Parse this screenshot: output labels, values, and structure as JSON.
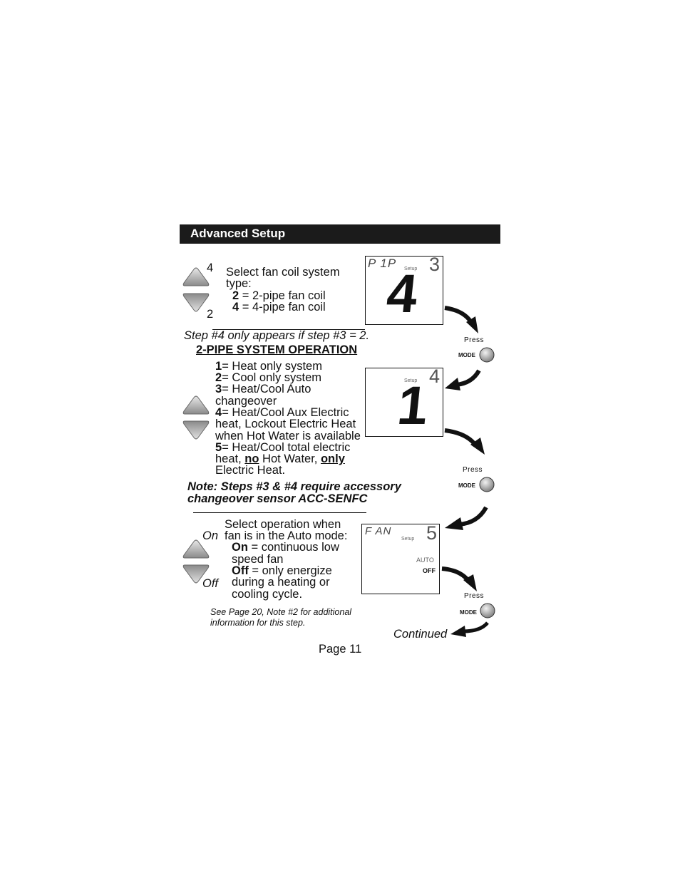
{
  "header": {
    "title": "Advanced Setup"
  },
  "step3": {
    "up_label": "4",
    "down_label": "2",
    "line1": "Select fan coil system",
    "line2": "type:",
    "opt2_num": "2",
    "opt2_text": " = 2-pipe fan coil",
    "opt4_num": "4",
    "opt4_text": " = 4-pipe fan coil",
    "lcd_top": "P 1P",
    "lcd_step": "3",
    "lcd_setup": "Setup",
    "lcd_value": "4"
  },
  "step4": {
    "note_italic": "Step #4 only appears if step #3 = 2.",
    "heading": "2-PIPE SYSTEM OPERATION",
    "o1_num": "1",
    "o1_text": "= Heat only system",
    "o2_num": "2",
    "o2_text": "= Cool only system",
    "o3_num": "3",
    "o3_text": "= Heat/Cool Auto",
    "o3_cont": "changeover",
    "o4_num": "4",
    "o4_text": "= Heat/Cool Aux Electric",
    "o4_cont1": "heat, Lockout Electric Heat",
    "o4_cont2": "when Hot Water is available",
    "o5_num": "5",
    "o5_text": "= Heat/Cool total electric",
    "o5_cont_a": "heat, ",
    "o5_no": "no",
    "o5_cont_b": " Hot Water, ",
    "o5_only": "only",
    "o5_cont2": "Electric Heat.",
    "lcd_step": "4",
    "lcd_setup": "Setup",
    "lcd_value": "1",
    "note1": "Note: Steps #3 & #4 require accessory",
    "note2": "changeover sensor ACC-SENFC"
  },
  "step5": {
    "up_label": "On",
    "down_label": "Off",
    "line1": "Select operation when",
    "line2": "fan is in the Auto mode:",
    "on_word": "On",
    "on_text": " = continuous low",
    "on_cont": "speed fan",
    "off_word": "Off",
    "off_text": " = only energize",
    "off_cont1": "during a heating or",
    "off_cont2": "cooling cycle.",
    "lcd_top": "F AN",
    "lcd_step": "5",
    "lcd_setup": "Setup",
    "lcd_auto": "AUTO",
    "lcd_off": "OFF",
    "footnote1": "See Page 20, Note #2 for additional",
    "footnote2": "information for this step."
  },
  "press_label": "Press",
  "mode_label": "MODE",
  "continued": "Continued",
  "page_label": "Page 11"
}
